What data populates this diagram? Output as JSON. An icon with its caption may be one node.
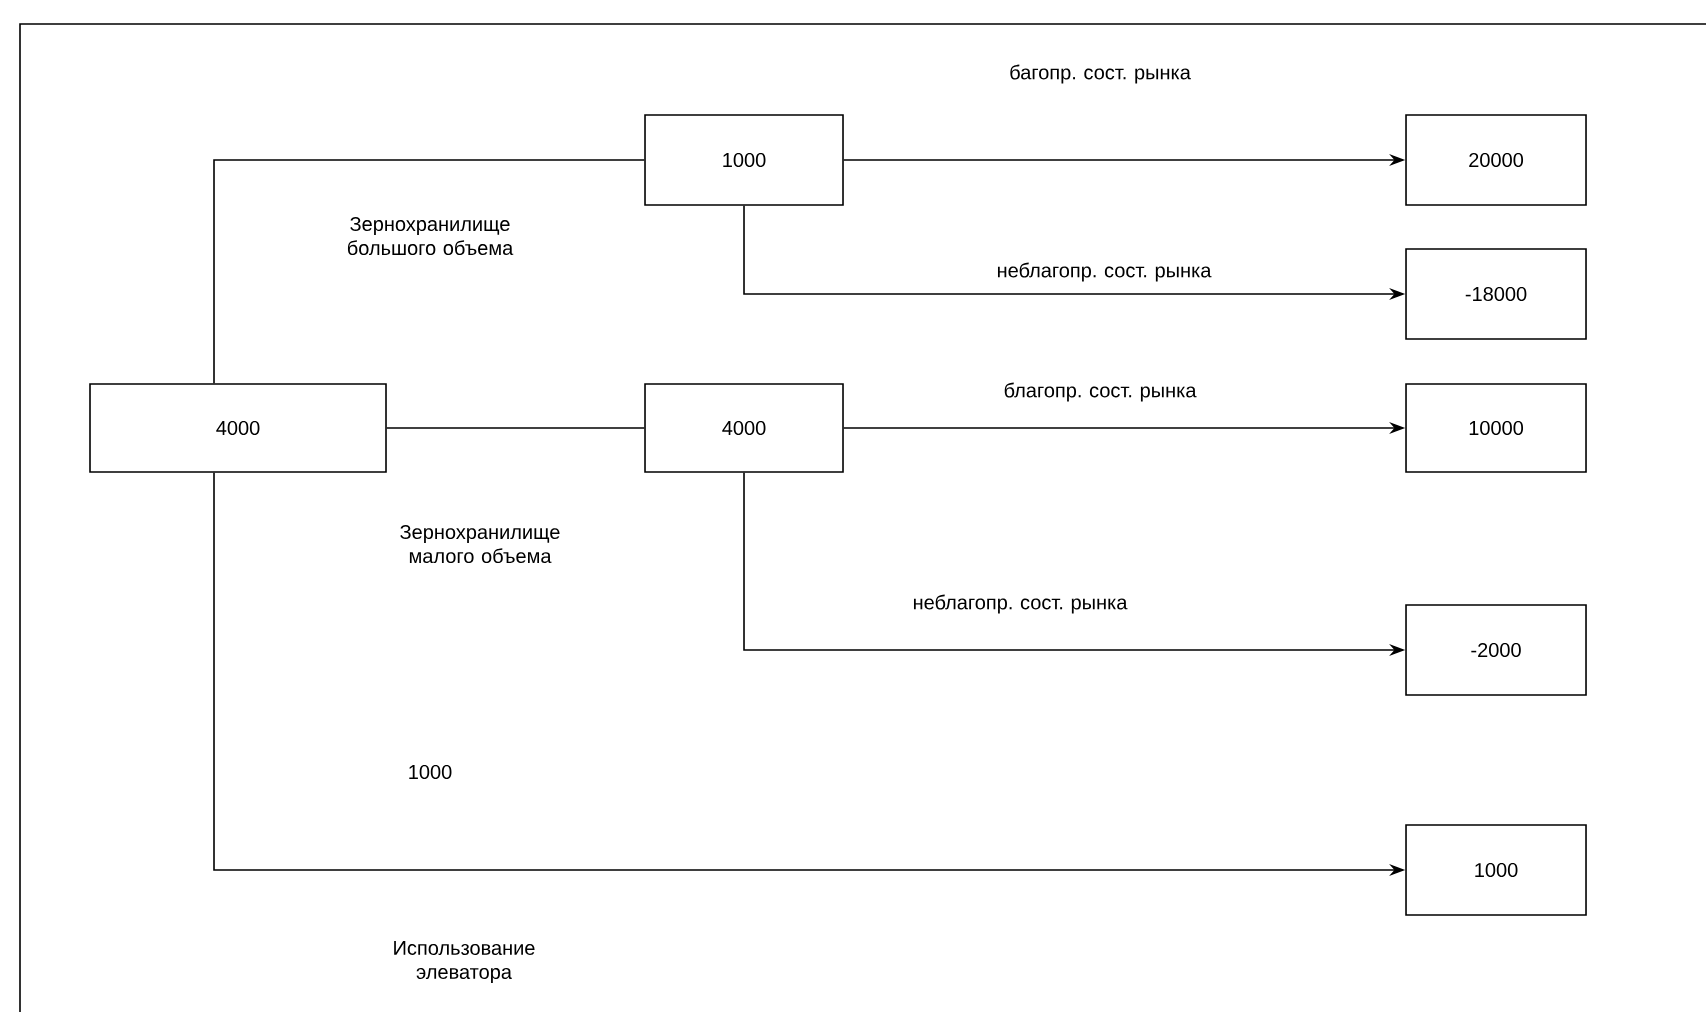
{
  "diagram": {
    "nodes": [
      {
        "text": [
          "4000"
        ]
      },
      {
        "text": [
          "1000"
        ]
      },
      {
        "text": [
          "4000"
        ]
      },
      {
        "text": [
          "20000"
        ]
      },
      {
        "text": [
          "-18000"
        ]
      },
      {
        "text": [
          "10000"
        ]
      },
      {
        "text": [
          "-2000"
        ]
      },
      {
        "text": [
          "1000"
        ]
      }
    ],
    "edges": [
      {
        "from": 0,
        "to": 1,
        "arrow": "none",
        "label": "Зернохранилище большого объема"
      },
      {
        "from": 0,
        "to": 2,
        "arrow": "none",
        "label": "Зернохранилище малого объема"
      },
      {
        "from": 0,
        "to": 7,
        "arrow": "to",
        "label": "1000"
      },
      {
        "from": 1,
        "to": 3,
        "arrow": "to",
        "label": "багопр. сост. рынка"
      },
      {
        "from": 1,
        "to": 4,
        "arrow": "to",
        "label": "неблагопр. сост. рынка"
      },
      {
        "from": 2,
        "to": 5,
        "arrow": "to",
        "label": "благопр. сост. рынка"
      },
      {
        "from": 2,
        "to": 6,
        "arrow": "to",
        "label": "неблагопр. сост. рынка"
      }
    ],
    "labels": [
      "Использование элеватора"
    ]
  }
}
